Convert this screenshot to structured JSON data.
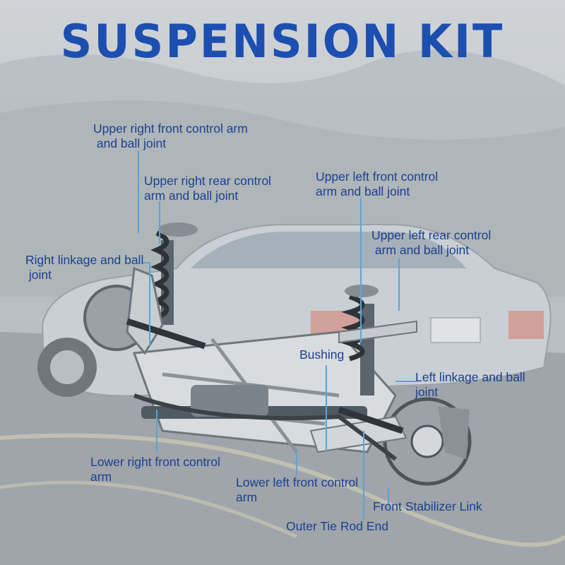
{
  "title": "SUSPENSION KIT",
  "colors": {
    "title": "#1d4fb0",
    "label": "#1b3f8f",
    "leader": "#5aa6d6"
  },
  "labels": {
    "upper_right_front": [
      "Upper right front control arm",
      " and ball joint"
    ],
    "upper_right_rear": [
      "Upper right rear control",
      "arm and ball joint"
    ],
    "right_linkage": [
      "Right linkage and ball",
      " joint"
    ],
    "upper_left_front": [
      "Upper left front control",
      "arm and ball joint"
    ],
    "upper_left_rear": [
      "Upper left rear control",
      " arm and ball joint"
    ],
    "bushing": "Bushing",
    "left_linkage": [
      "Left linkage and ball",
      "joint"
    ],
    "lower_right_front": [
      "Lower right front control",
      "arm"
    ],
    "lower_left_front": [
      "Lower left front control",
      "arm"
    ],
    "front_stabilizer_link": "Front Stabilizer Link",
    "outer_tie_rod_end": "Outer Tie Rod End"
  }
}
